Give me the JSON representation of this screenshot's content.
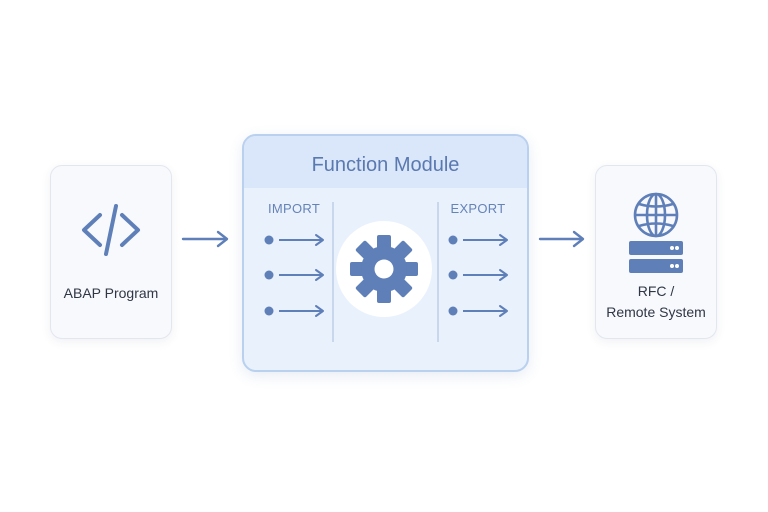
{
  "nodes": {
    "source": {
      "label": "ABAP Program",
      "icon": "code-icon"
    },
    "function_module": {
      "title": "Function Module",
      "import_label": "IMPORT",
      "export_label": "EXPORT",
      "center_icon": "gear-icon",
      "import_params": 3,
      "export_params": 3
    },
    "target": {
      "label_line1": "RFC /",
      "label_line2": "Remote System",
      "icons": [
        "globe-icon",
        "server-icon"
      ]
    }
  },
  "colors": {
    "accent": "#5f7fb8",
    "module_fill": "#e9f1fc",
    "module_border": "#b9d0ef",
    "card_fill": "#f8f9fc",
    "text": "#2f3645"
  }
}
